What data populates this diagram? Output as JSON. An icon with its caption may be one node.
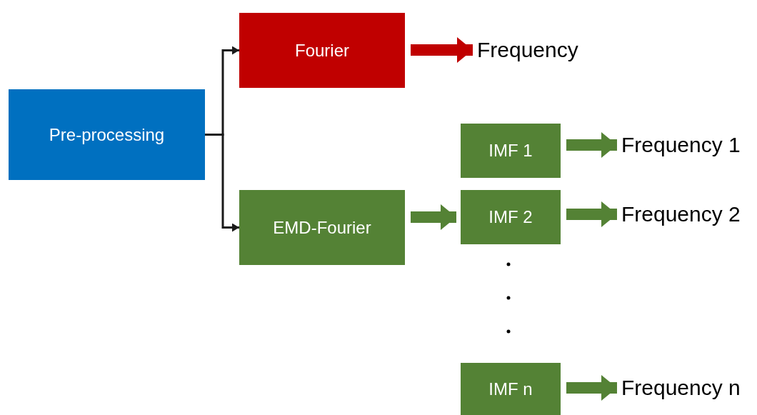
{
  "diagram": {
    "nodes": [
      {
        "text": [
          "Pre-processing"
        ]
      },
      {
        "text": [
          "Fourier"
        ]
      },
      {
        "text": [
          "Frequency"
        ]
      },
      {
        "text": [
          "IMF 1"
        ]
      },
      {
        "text": [
          "Frequency 1"
        ]
      },
      {
        "text": [
          "EMD-Fourier"
        ]
      },
      {
        "text": [
          "IMF 2"
        ]
      },
      {
        "text": [
          "Frequency 2"
        ]
      },
      {
        "text": [
          "IMF n"
        ]
      },
      {
        "text": [
          "Frequency n"
        ]
      }
    ],
    "edges": [
      {
        "from": 0,
        "to": 1,
        "arrow": "to",
        "color": "#1a1a1a"
      },
      {
        "from": 0,
        "to": 5,
        "arrow": "to",
        "color": "#1a1a1a"
      },
      {
        "from": 1,
        "to": 2,
        "arrow": "to",
        "color": "#c00000"
      },
      {
        "from": 5,
        "to": 6,
        "arrow": "to"
      },
      {
        "from": 3,
        "to": 4,
        "arrow": "to"
      },
      {
        "from": 6,
        "to": 7,
        "arrow": "to"
      },
      {
        "from": 8,
        "to": 9,
        "arrow": "to"
      }
    ]
  }
}
